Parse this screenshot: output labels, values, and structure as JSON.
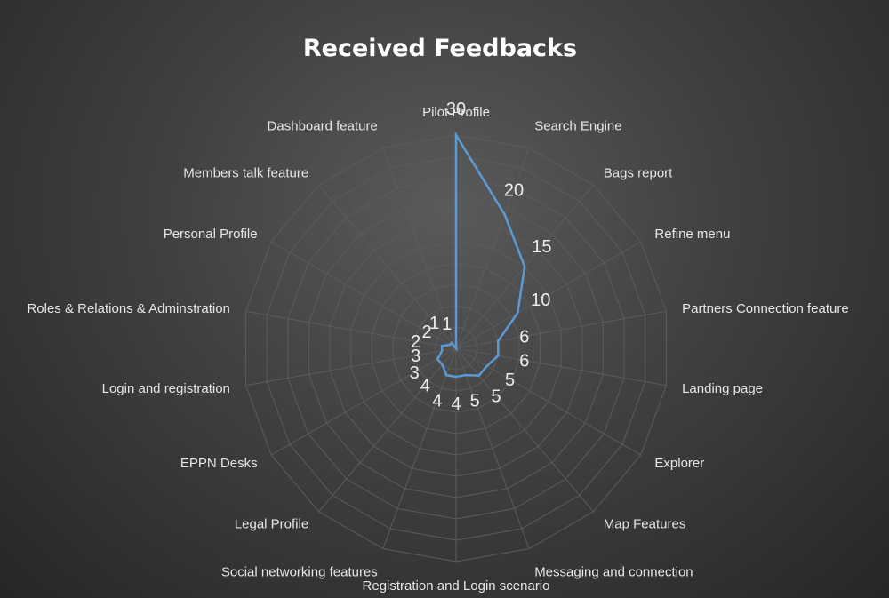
{
  "chart_data": {
    "type": "radar",
    "title": "Received Feedbacks",
    "categories": [
      "Pilot Profile",
      "Search Engine",
      "Bags report",
      "Refine menu",
      "Partners Connection feature",
      "Landing page",
      "Explorer",
      "Map Features",
      "Messaging and connection",
      "Registration and Login scenario",
      "Social networking features",
      "Legal Profile",
      "EPPN Desks",
      "Login and registration",
      "Roles & Relations & Adminstration",
      "Personal Profile",
      "Members talk feature",
      "Dashboard feature"
    ],
    "series": [
      {
        "values": [
          30,
          20,
          15,
          10,
          6,
          6,
          5,
          5,
          4,
          4,
          4,
          3,
          3,
          2,
          2,
          1,
          1,
          0
        ],
        "color": "#5b9bd5"
      }
    ],
    "data_labels": [
      "30",
      "20",
      "15",
      "10",
      "6",
      "6",
      "5",
      "5",
      "5",
      "4",
      "4",
      "4",
      "3",
      "3",
      "2",
      "2",
      "1",
      "1"
    ],
    "rlim": [
      0,
      30
    ],
    "grid": true,
    "legend": "none"
  }
}
